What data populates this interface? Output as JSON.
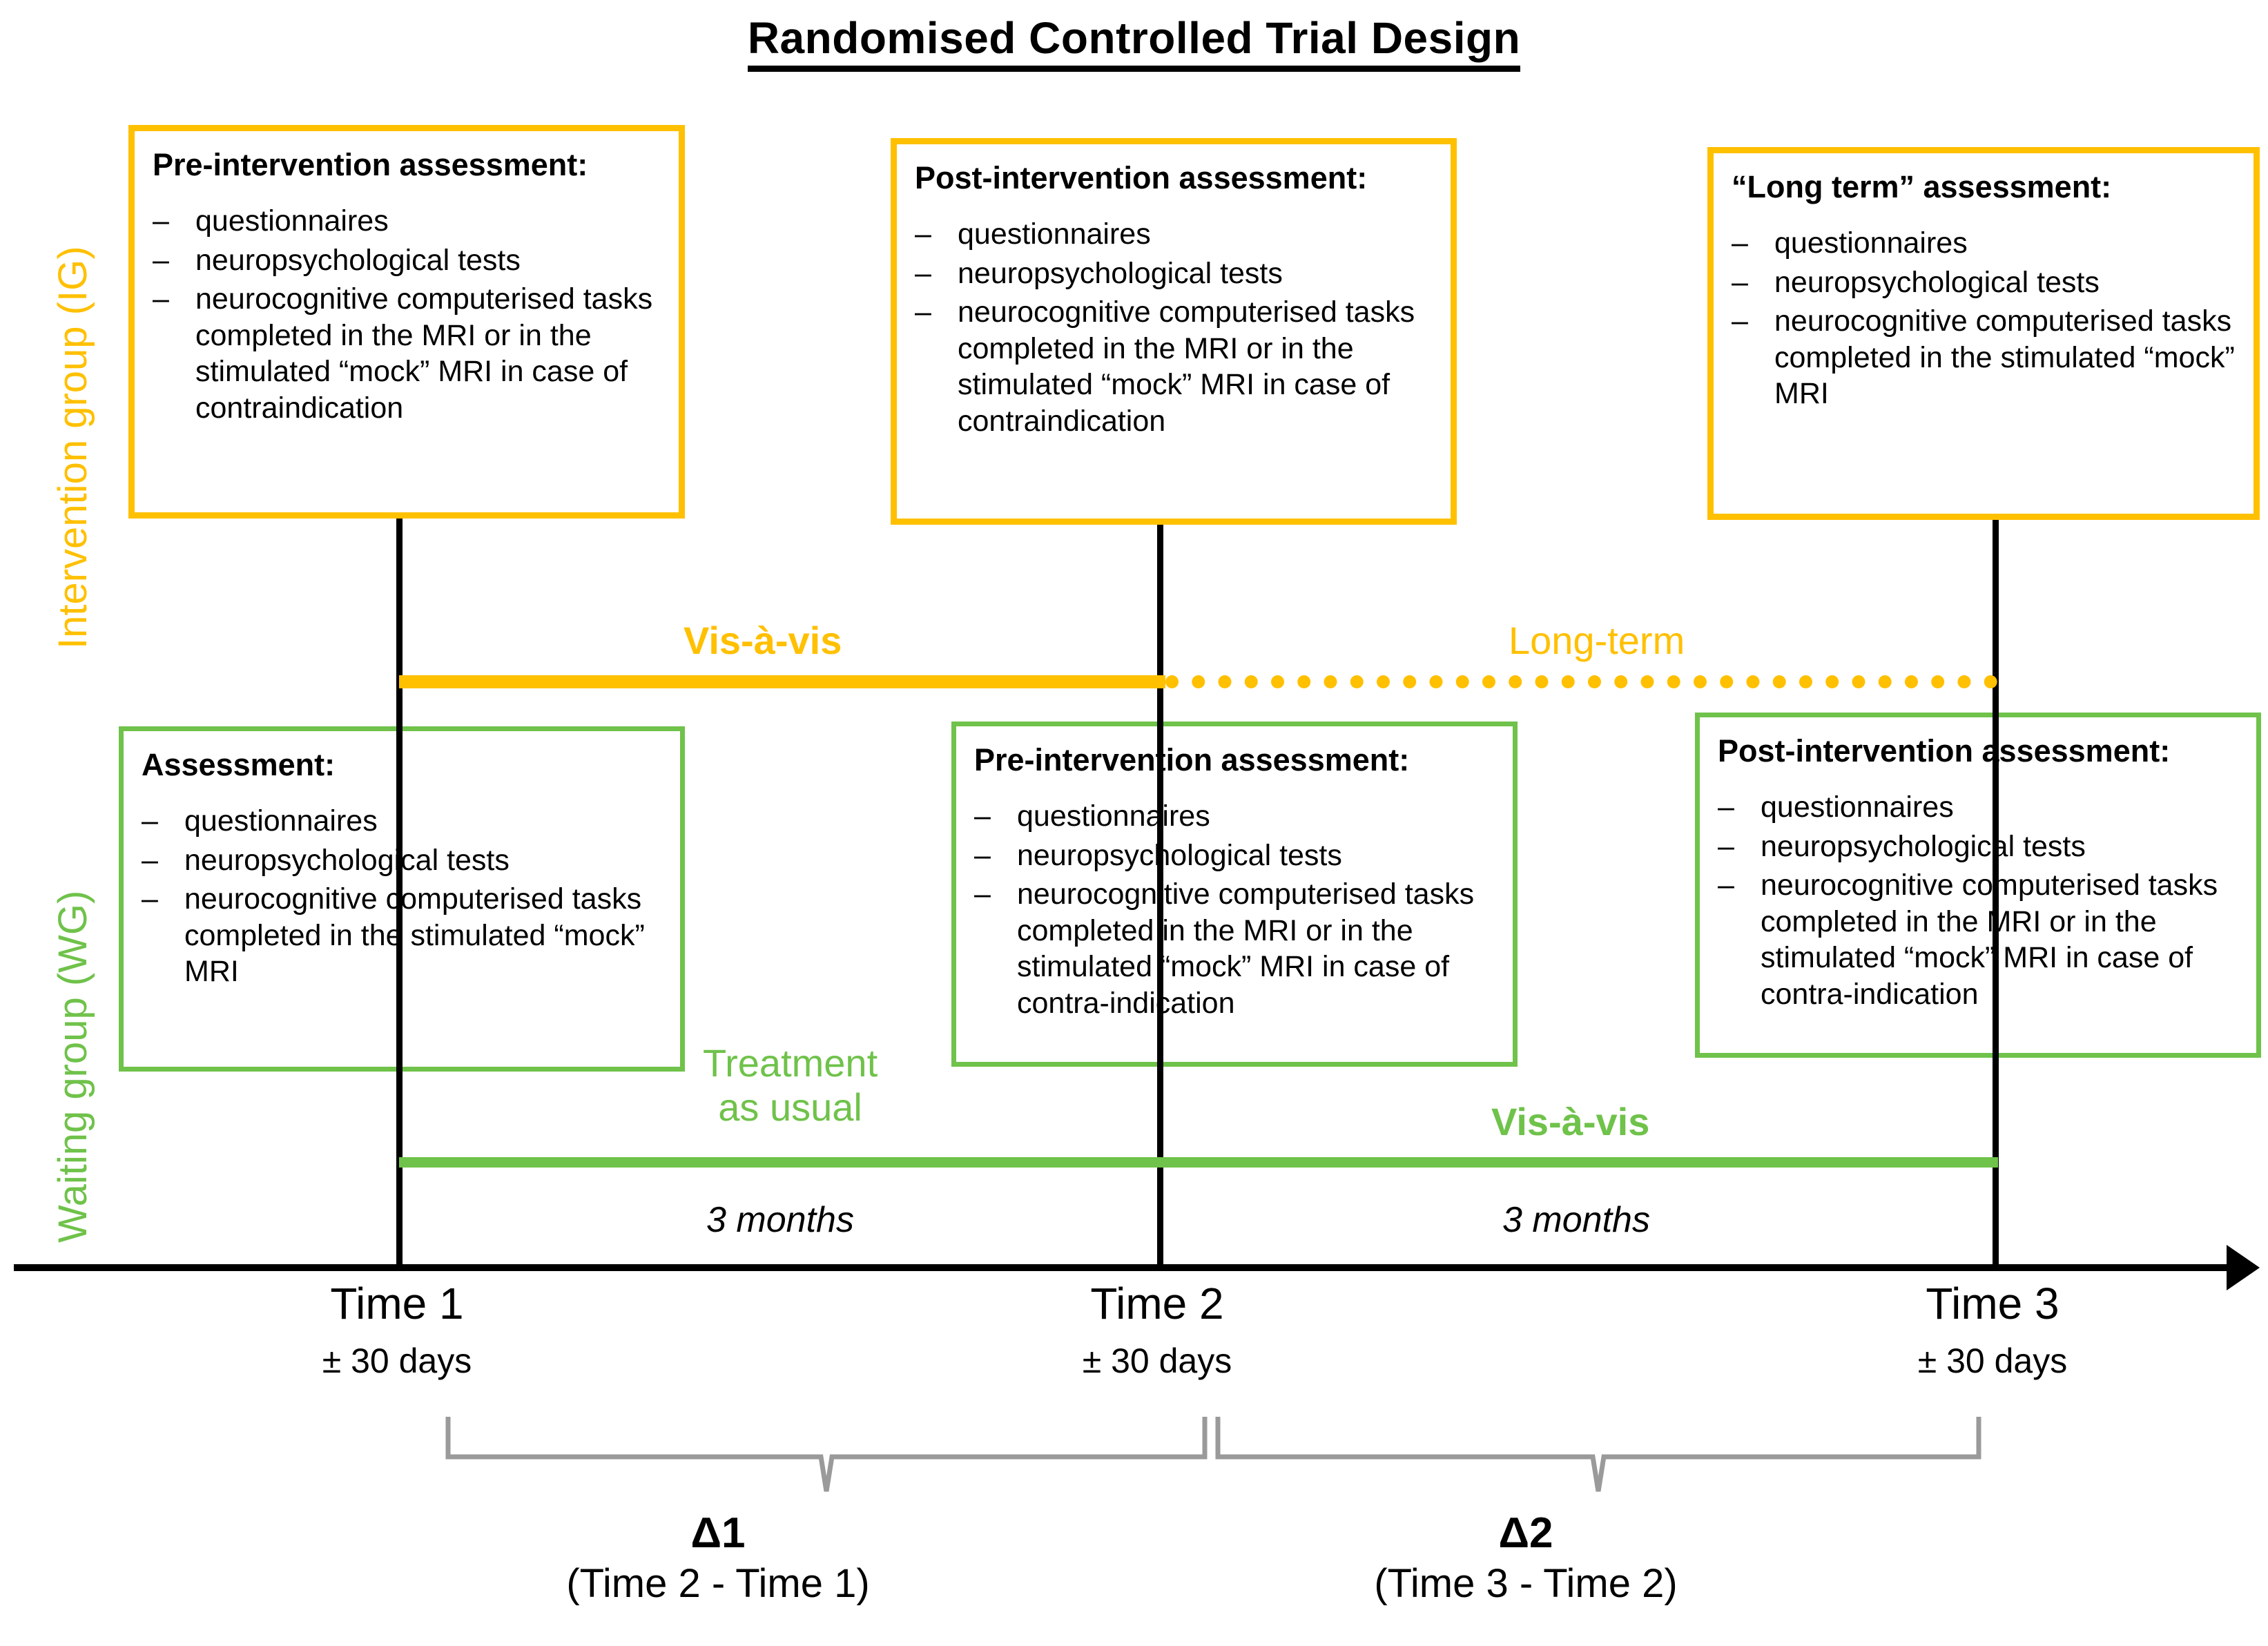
{
  "title": "Randomised Controlled Trial Design",
  "groups": {
    "intervention_label": "Intervention group (IG)",
    "waiting_label": "Waiting group (WG)",
    "intervention_color": "#FFC000",
    "waiting_color": "#6FC24A"
  },
  "boxes": {
    "ig_time1": {
      "heading": "Pre-intervention assessment:",
      "items": [
        "questionnaires",
        "neuropsychological tests",
        "neurocognitive computerised tasks completed in the MRI or in the stimulated “mock” MRI in case of contraindication"
      ]
    },
    "ig_time2": {
      "heading": "Post-intervention assessment:",
      "items": [
        "questionnaires",
        "neuropsychological tests",
        "neurocognitive computerised tasks completed in the MRI or in the stimulated “mock” MRI in case of contraindication"
      ]
    },
    "ig_time3": {
      "heading": "“Long term” assessment:",
      "items": [
        "questionnaires",
        "neuropsychological tests",
        "neurocognitive computerised tasks completed in the stimulated “mock” MRI"
      ]
    },
    "wg_time1": {
      "heading": "Assessment:",
      "items": [
        "questionnaires",
        "neuropsychological tests",
        "neurocognitive computerised tasks completed in the stimulated “mock” MRI"
      ]
    },
    "wg_time2": {
      "heading": "Pre-intervention assessment:",
      "items": [
        "questionnaires",
        "neuropsychological tests",
        "neurocognitive computerised tasks completed in the MRI or in the stimulated “mock” MRI in case of contra-indication"
      ]
    },
    "wg_time3": {
      "heading": "Post-intervention assessment:",
      "items": [
        "questionnaires",
        "neuropsychological tests",
        "neurocognitive computerised tasks completed in the MRI or in the stimulated “mock” MRI in case of contra-indication"
      ]
    }
  },
  "phases": {
    "ig_phase1": "Vis-à-vis",
    "ig_phase2": "Long-term",
    "wg_phase1_line1": "Treatment",
    "wg_phase1_line2": "as usual",
    "wg_phase2": "Vis-à-vis"
  },
  "timeline": {
    "points": [
      {
        "name": "Time 1",
        "tolerance": "± 30 days"
      },
      {
        "name": "Time 2",
        "tolerance": "± 30 days"
      },
      {
        "name": "Time 3",
        "tolerance": "± 30 days"
      }
    ],
    "intervals": [
      "3 months",
      "3 months"
    ]
  },
  "deltas": [
    {
      "symbol": "Δ1",
      "formula": "(Time 2 - Time 1)"
    },
    {
      "symbol": "Δ2",
      "formula": "(Time 3 - Time 2)"
    }
  ]
}
